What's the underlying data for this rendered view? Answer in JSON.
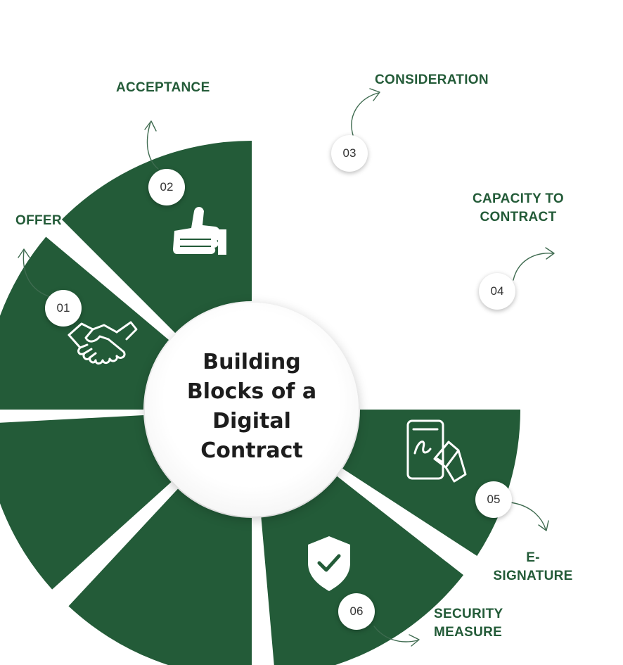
{
  "title_lines": [
    "Building",
    "Blocks of a",
    "Digital",
    "Contract"
  ],
  "colors": {
    "segment": "#235b38",
    "label": "#235b38",
    "hub": "#ffffff"
  },
  "blocks": [
    {
      "number": "01",
      "label_lines": [
        "OFFER"
      ],
      "icon": "handshake-icon"
    },
    {
      "number": "02",
      "label_lines": [
        "ACCEPTANCE"
      ],
      "icon": "thumbs-up-icon"
    },
    {
      "number": "03",
      "label_lines": [
        "CONSIDERATION"
      ],
      "icon": "balance-scale-icon"
    },
    {
      "number": "04",
      "label_lines": [
        "CAPACITY TO",
        "CONTRACT"
      ],
      "icon": "person-icon"
    },
    {
      "number": "05",
      "label_lines": [
        "E-",
        "SIGNATURE"
      ],
      "icon": "signature-tablet-icon"
    },
    {
      "number": "06",
      "label_lines": [
        "SECURITY",
        "MEASURE"
      ],
      "icon": "shield-check-icon"
    }
  ]
}
